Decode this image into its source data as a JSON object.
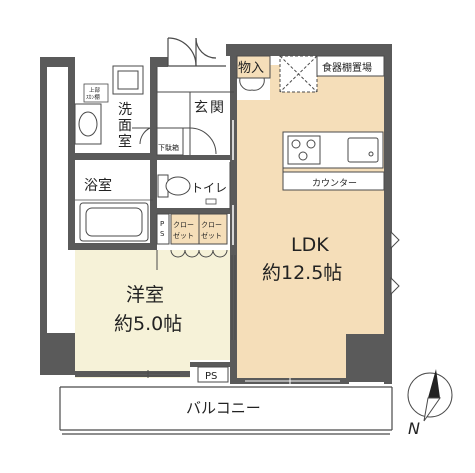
{
  "rooms": {
    "storage": "物入",
    "pantry": "食器棚置場",
    "washroom": [
      "洗",
      "面",
      "室"
    ],
    "entrance": [
      "玄",
      "関"
    ],
    "shoe_box": "下駄箱",
    "bath": "浴室",
    "toilet": "トイレ",
    "counter": "カウンター",
    "ps_small": [
      "P",
      "S"
    ],
    "closet_a": [
      "クロー",
      "ゼット"
    ],
    "closet_b": [
      "クロー",
      "ゼット"
    ],
    "ldk_title": "LDK",
    "ldk_size": "約12.5帖",
    "western_title": "洋室",
    "western_size": "約5.0帖",
    "ps": "PS",
    "balcony": "バルコニー",
    "upper_cabinet": [
      "上部",
      "ｽｶﾝ棚"
    ]
  },
  "compass": {
    "label": "N"
  },
  "colors": {
    "wall": "#5a5a5a",
    "ldk_floor": "#f5deb9",
    "western_floor": "#f6f2d8",
    "wet_floor": "#ffffff",
    "line": "#4a4a4a"
  }
}
